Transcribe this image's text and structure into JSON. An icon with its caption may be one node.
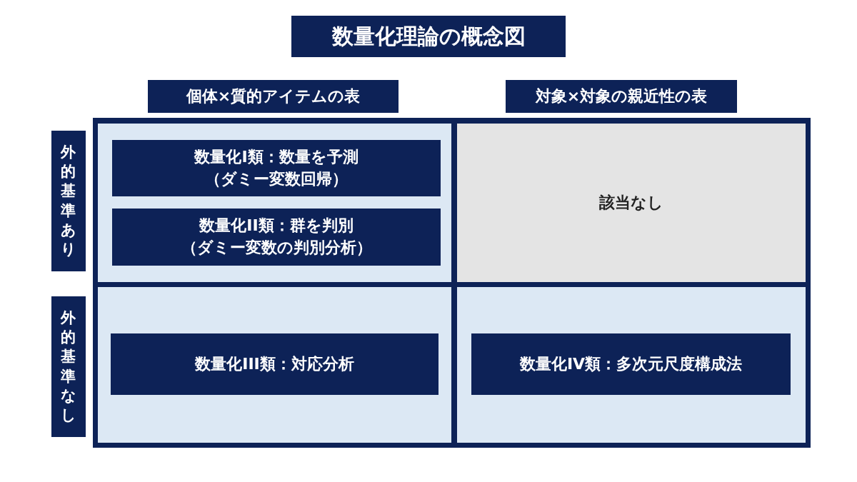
{
  "diagram": {
    "title": "数量化理論の概念図",
    "nodes": [
      {
        "text": [
          "個体×質的アイテムの表"
        ]
      },
      {
        "text": [
          "対象×対象の親近性の表"
        ]
      },
      {
        "text": [
          "外的基準あり"
        ]
      },
      {
        "text": [
          "外的基準なし"
        ]
      },
      {
        "text": [],
        "shape": "box"
      },
      {
        "text": [
          "数量化I類：数量を予測",
          "（ダミー変数回帰）"
        ],
        "in": 4
      },
      {
        "text": [
          "数量化II類：群を判別",
          "（ダミー変数の判別分析）"
        ],
        "in": 4
      },
      {
        "text": [
          "該当なし"
        ]
      },
      {
        "text": [],
        "shape": "box"
      },
      {
        "text": [
          "数量化III類：対応分析"
        ],
        "in": 8
      },
      {
        "text": [],
        "shape": "box"
      },
      {
        "text": [
          "数量化IV類：多次元尺度構成法"
        ],
        "in": 10
      }
    ],
    "edges": []
  }
}
